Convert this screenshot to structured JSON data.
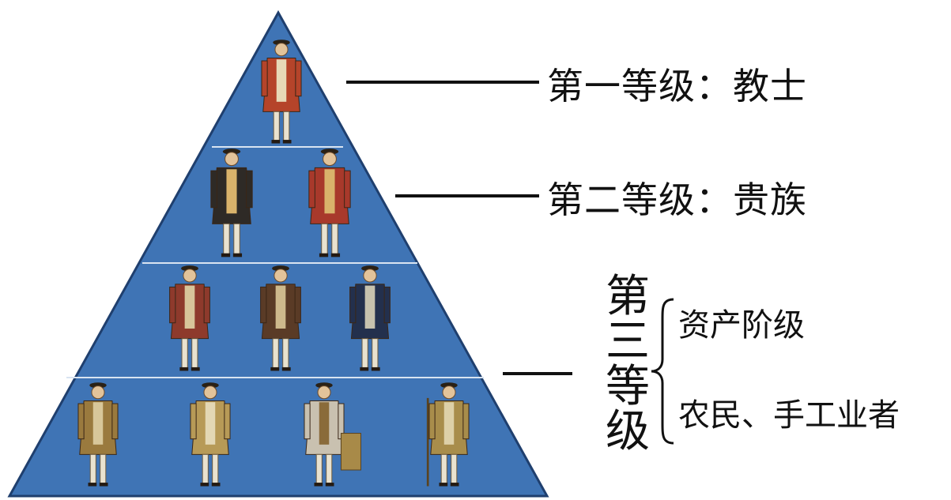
{
  "diagram": {
    "tier1": {
      "label": "第一等级：教士"
    },
    "tier2": {
      "label": "第二等级：贵族"
    },
    "tier3": {
      "vertical_chars": [
        "第",
        "三",
        "等",
        "级"
      ],
      "groups": [
        "资产阶级",
        "农民、手工业者"
      ]
    }
  },
  "colors": {
    "pyramid_fill": "#3f74b5",
    "pyramid_edge": "#1f3f6e",
    "divider": "#d9e4f1",
    "text": "#111111"
  },
  "figures": {
    "tier1": [
      {
        "type": "clergy",
        "coat": "#b5442a",
        "trim": "#e7d9b7"
      }
    ],
    "tier2": [
      {
        "type": "noble",
        "coat": "#2e2a26",
        "trim": "#d9b36b"
      },
      {
        "type": "noble",
        "coat": "#a8392b",
        "trim": "#d9b36b"
      }
    ],
    "tier3a": [
      {
        "type": "bourgeois",
        "coat": "#8e3a2c",
        "trim": "#d8c59a"
      },
      {
        "type": "bourgeois",
        "coat": "#5a3b26",
        "trim": "#cdb98c"
      },
      {
        "type": "bourgeois",
        "coat": "#23304d",
        "trim": "#c7c2ae"
      }
    ],
    "tier3b": [
      {
        "type": "peasant",
        "coat": "#9a7a3e",
        "trim": "#d8c79a"
      },
      {
        "type": "peasant",
        "coat": "#b79a57",
        "trim": "#e3d7b4"
      },
      {
        "type": "peasant",
        "coat": "#c9c1b0",
        "trim": "#8a6b3a"
      },
      {
        "type": "peasant",
        "coat": "#a88d4b",
        "trim": "#ddd0a8"
      }
    ]
  }
}
